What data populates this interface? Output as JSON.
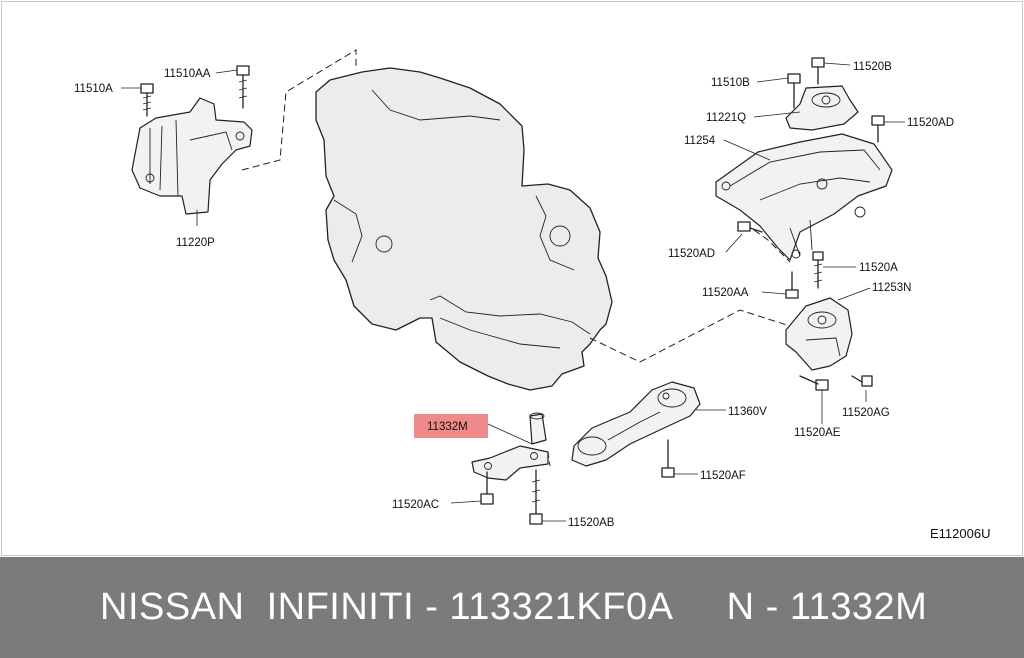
{
  "diagram": {
    "code": "E112006U",
    "highlight_color": "#f08a8a",
    "labels": {
      "l_11510A": "11510A",
      "l_11510AA": "11510AA",
      "l_11220P": "11220P",
      "l_11510B": "11510B",
      "l_11520B": "11520B",
      "l_11221Q": "11221Q",
      "l_11520AD_top": "11520AD",
      "l_11254": "11254",
      "l_11520AD_mid": "11520AD",
      "l_11520A": "11520A",
      "l_11520AA": "11520AA",
      "l_11253N": "11253N",
      "l_11520AG": "11520AG",
      "l_11520AE": "11520AE",
      "l_11360V": "11360V",
      "l_11332M": "11332M",
      "l_11520AF": "11520AF",
      "l_11520AC": "11520AC",
      "l_11520AB": "11520AB"
    }
  },
  "caption": {
    "text": "NISSAN  INFINITI - 113321KF0A     N - 11332M"
  }
}
